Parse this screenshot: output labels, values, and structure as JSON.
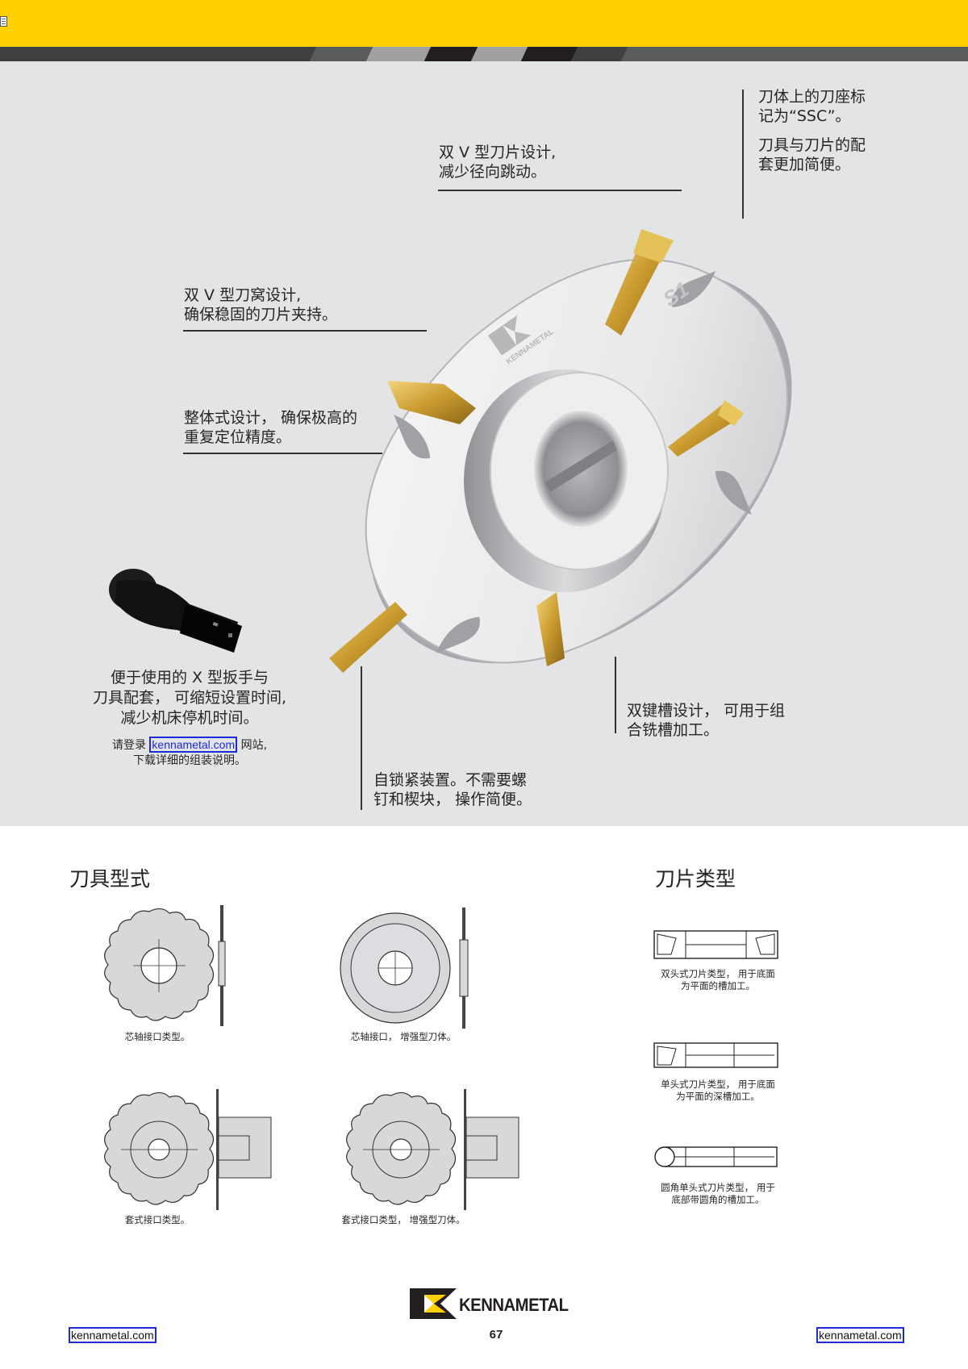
{
  "header": {
    "bar_color": "#ffd100",
    "stripe_colors": [
      "#404040",
      "#5a5b5b",
      "#a0a0a0",
      "#231f20"
    ]
  },
  "hero": {
    "background": "#e3e4e6",
    "callouts": {
      "ssc": "刀体上的刀座标\n记为“SSC”。",
      "match": "刀具与刀片的配\n套更加简便。",
      "double_v_insert": "双 V 型刀片设计,\n减少径向跳动。",
      "double_v_pocket": "双 V 型刀窝设计,\n确保稳固的刀片夹持。",
      "integral": "整体式设计， 确保极高的\n重复定位精度。",
      "double_keyway": "双键槽设计， 可用于组\n合铣槽加工。",
      "self_locking": "自锁紧装置。不需要螺\n钉和楔块， 操作简便。"
    },
    "wrench": {
      "caption": "便于使用的 X 型扳手与\n刀具配套， 可缩短设置时间,\n减少机床停机时间。",
      "login_prefix": "请登录",
      "login_link": "kennametal.com",
      "login_suffix": "网站,",
      "login_line2": "下载详细的组装说明。"
    },
    "product_marks": {
      "brand": "KENNAMETAL",
      "code": "S1"
    }
  },
  "cutter_styles": {
    "title": "刀具型式",
    "items": [
      {
        "caption": "芯轴接口类型。"
      },
      {
        "caption": "芯轴接口， 增强型刀体。"
      },
      {
        "caption": "套式接口类型。"
      },
      {
        "caption": "套式接口类型， 增强型刀体。"
      }
    ]
  },
  "insert_types": {
    "title": "刀片类型",
    "items": [
      {
        "caption": "双头式刀片类型， 用于底面\n为平面的槽加工。"
      },
      {
        "caption": "单头式刀片类型， 用于底面\n为平面的深槽加工。"
      },
      {
        "caption": "圆角单头式刀片类型， 用于\n底部带圆角的槽加工。"
      }
    ]
  },
  "footer": {
    "logo_text": "KENNAMETAL",
    "page_number": "67",
    "link_left": "kennametal.com",
    "link_right": "kennametal.com"
  }
}
